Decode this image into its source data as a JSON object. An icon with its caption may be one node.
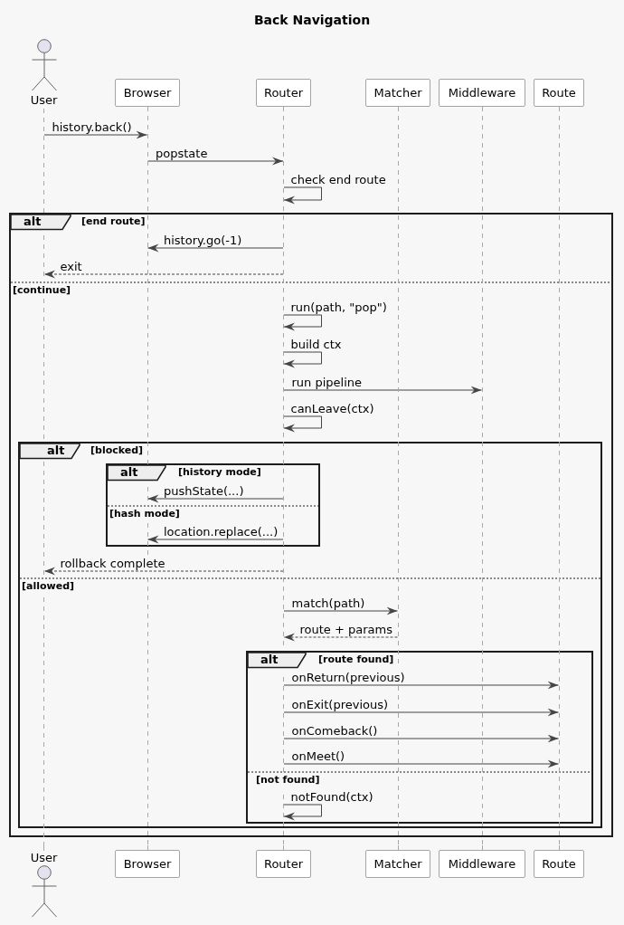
{
  "diagram": {
    "title": "Back Navigation",
    "nodes": [
      {
        "text": [
          "User"
        ]
      },
      {
        "text": [
          "Browser"
        ]
      },
      {
        "text": [
          "Router"
        ]
      },
      {
        "text": [
          "Matcher"
        ]
      },
      {
        "text": [
          "Middleware"
        ]
      },
      {
        "text": [
          "Route"
        ]
      },
      {
        "text": [],
        "shape": "line"
      },
      {
        "text": [],
        "shape": "line"
      },
      {
        "text": [],
        "shape": "line"
      },
      {
        "text": [],
        "shape": "line"
      },
      {
        "text": [],
        "shape": "line"
      },
      {
        "text": [],
        "shape": "line"
      },
      {
        "text": [
          "[end route]",
          "[continue]"
        ]
      },
      {
        "text": [
          "alt"
        ],
        "in": 12
      },
      {
        "text": [
          "[blocked]",
          "[allowed]"
        ],
        "in": 12
      },
      {
        "text": [
          "alt"
        ],
        "in": 14
      },
      {
        "text": [
          "[history mode]",
          "[hash mode]"
        ],
        "in": 14
      },
      {
        "text": [
          "alt"
        ],
        "in": 16
      },
      {
        "text": [
          "[route found]",
          "[not found]"
        ],
        "in": 14
      },
      {
        "text": [
          "alt"
        ],
        "in": 18
      },
      {
        "text": [
          "User"
        ]
      },
      {
        "text": [
          "Browser"
        ]
      },
      {
        "text": [
          "Router"
        ]
      },
      {
        "text": [
          "Matcher"
        ]
      },
      {
        "text": [
          "Middleware"
        ]
      },
      {
        "text": [
          "Route"
        ]
      }
    ],
    "edges": [
      {
        "from": 6,
        "to": 7,
        "arrow": "to",
        "label": "history.back()"
      },
      {
        "from": 7,
        "to": 8,
        "arrow": "to",
        "label": "popstate"
      },
      {
        "from": 8,
        "to": 8,
        "arrow": "to",
        "label": "check end route"
      },
      {
        "from": 8,
        "to": 7,
        "arrow": "to",
        "label": "history.go(-1)"
      },
      {
        "from": 8,
        "to": 6,
        "arrow": "to",
        "label": "exit",
        "style": "dashed"
      },
      {
        "from": 8,
        "to": 8,
        "arrow": "to",
        "label": "run(path, \"pop\")"
      },
      {
        "from": 8,
        "to": 8,
        "arrow": "to",
        "label": "build ctx"
      },
      {
        "from": 8,
        "to": 10,
        "arrow": "to",
        "label": "run pipeline"
      },
      {
        "from": 8,
        "to": 8,
        "arrow": "to",
        "label": "canLeave(ctx)"
      },
      {
        "from": 8,
        "to": 7,
        "arrow": "to",
        "label": "pushState(...)"
      },
      {
        "from": 8,
        "to": 7,
        "arrow": "to",
        "label": "location.replace(...)"
      },
      {
        "from": 8,
        "to": 6,
        "arrow": "to",
        "label": "rollback complete",
        "style": "dashed"
      },
      {
        "from": 8,
        "to": 9,
        "arrow": "to",
        "label": "match(path)"
      },
      {
        "from": 9,
        "to": 8,
        "arrow": "to",
        "label": "route + params",
        "style": "dashed"
      },
      {
        "from": 8,
        "to": 11,
        "arrow": "to",
        "label": "onReturn(previous)"
      },
      {
        "from": 8,
        "to": 11,
        "arrow": "to",
        "label": "onExit(previous)"
      },
      {
        "from": 8,
        "to": 11,
        "arrow": "to",
        "label": "onComeback()"
      },
      {
        "from": 8,
        "to": 11,
        "arrow": "to",
        "label": "onMeet()"
      },
      {
        "from": 8,
        "to": 8,
        "arrow": "to",
        "label": "notFound(ctx)"
      }
    ]
  }
}
